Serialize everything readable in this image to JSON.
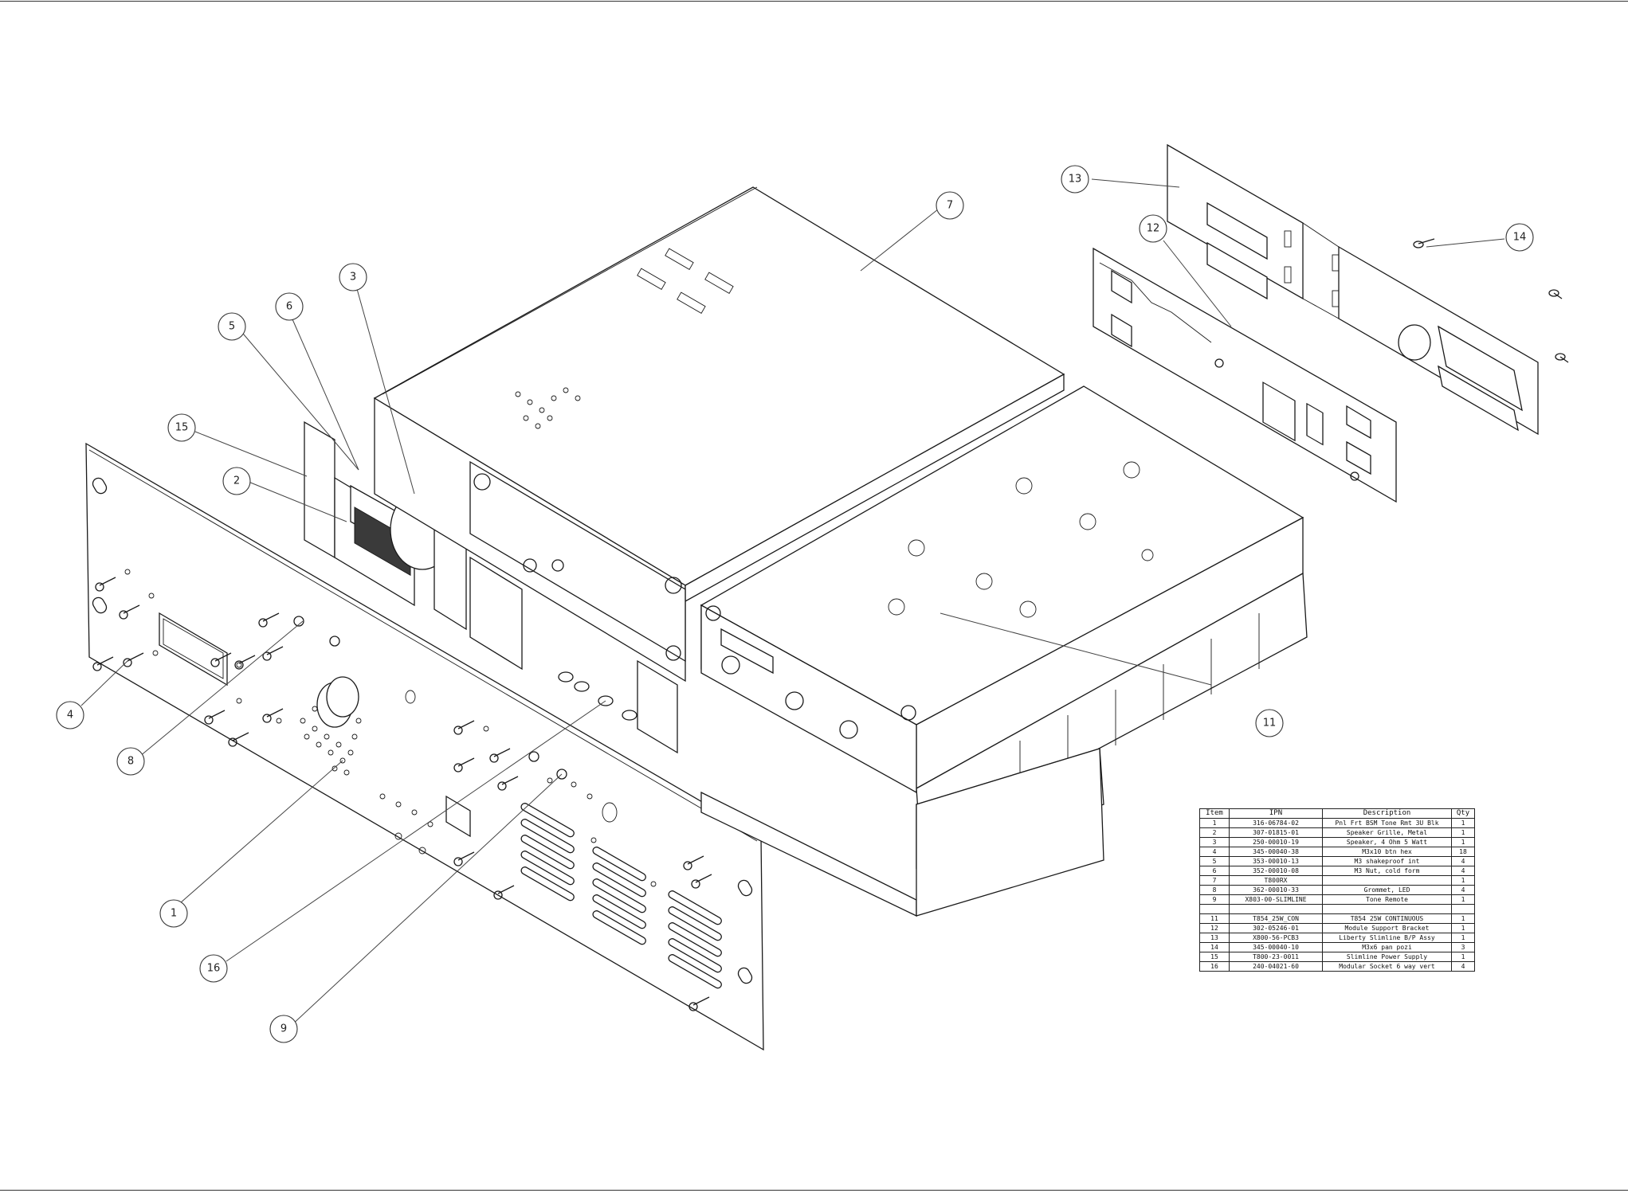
{
  "diagram": {
    "balloons": [
      {
        "label": "1"
      },
      {
        "label": "2"
      },
      {
        "label": "3"
      },
      {
        "label": "4"
      },
      {
        "label": "5"
      },
      {
        "label": "6"
      },
      {
        "label": "7"
      },
      {
        "label": "8"
      },
      {
        "label": "9"
      },
      {
        "label": "11"
      },
      {
        "label": "12"
      },
      {
        "label": "13"
      },
      {
        "label": "14"
      },
      {
        "label": "15"
      },
      {
        "label": "16"
      }
    ]
  },
  "bom": {
    "headers": {
      "item": "Item",
      "ipn": "IPN",
      "description": "Description",
      "qty": "Qty"
    },
    "rows": [
      {
        "item": "1",
        "ipn": "316-06784-02",
        "description": "Pnl Frt BSM Tone Rmt 3U Blk",
        "qty": "1"
      },
      {
        "item": "2",
        "ipn": "307-01815-01",
        "description": "Speaker Grille, Metal",
        "qty": "1"
      },
      {
        "item": "3",
        "ipn": "250-00010-19",
        "description": "Speaker, 4 Ohm 5 Watt",
        "qty": "1"
      },
      {
        "item": "4",
        "ipn": "345-00040-38",
        "description": "M3x10 btn hex",
        "qty": "18"
      },
      {
        "item": "5",
        "ipn": "353-00010-13",
        "description": "M3 shakeproof int",
        "qty": "4"
      },
      {
        "item": "6",
        "ipn": "352-00010-08",
        "description": "M3 Nut, cold form",
        "qty": "4"
      },
      {
        "item": "7",
        "ipn": "T800RX",
        "description": "",
        "qty": "1"
      },
      {
        "item": "8",
        "ipn": "362-00010-33",
        "description": "Grommet, LED",
        "qty": "4"
      },
      {
        "item": "9",
        "ipn": "X803-00-SLIMLINE",
        "description": "Tone Remote",
        "qty": "1"
      },
      {
        "item": "",
        "ipn": "",
        "description": "",
        "qty": ""
      },
      {
        "item": "11",
        "ipn": "T854_25W_CON",
        "description": "T854 25W CONTINUOUS",
        "qty": "1"
      },
      {
        "item": "12",
        "ipn": "302-05246-01",
        "description": "Module Support Bracket",
        "qty": "1"
      },
      {
        "item": "13",
        "ipn": "X800-56-PCB3",
        "description": "Liberty Slimline B/P Assy",
        "qty": "1"
      },
      {
        "item": "14",
        "ipn": "345-00040-10",
        "description": "M3x6 pan pozi",
        "qty": "3"
      },
      {
        "item": "15",
        "ipn": "T800-23-0011",
        "description": "Slimline Power Supply",
        "qty": "1"
      },
      {
        "item": "16",
        "ipn": "240-04021-60",
        "description": "Modular Socket 6 way vert",
        "qty": "4"
      }
    ]
  }
}
